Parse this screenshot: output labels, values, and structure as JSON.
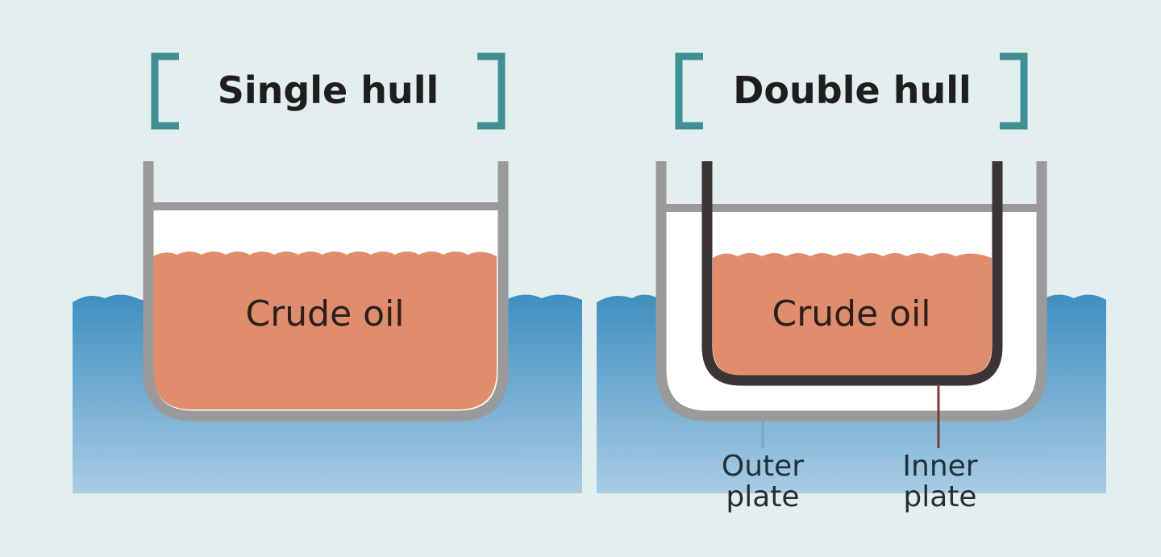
{
  "single_hull": {
    "title": "Single hull",
    "cargo_label": "Crude oil"
  },
  "double_hull": {
    "title": "Double hull",
    "cargo_label": "Crude oil",
    "outer_plate_label": [
      "Outer",
      "plate"
    ],
    "inner_plate_label": [
      "Inner",
      "plate"
    ]
  },
  "colors": {
    "background": "#e3eeee",
    "bracket": "#3f8f95",
    "hull_outer": "#9a9a9a",
    "hull_inner": "#3a3434",
    "oil": "#df8d6b",
    "water_top": "#3f8fc0",
    "water_bottom": "#a9cce4",
    "title_text": "#1e1e1e",
    "label_text": "#232f38"
  }
}
